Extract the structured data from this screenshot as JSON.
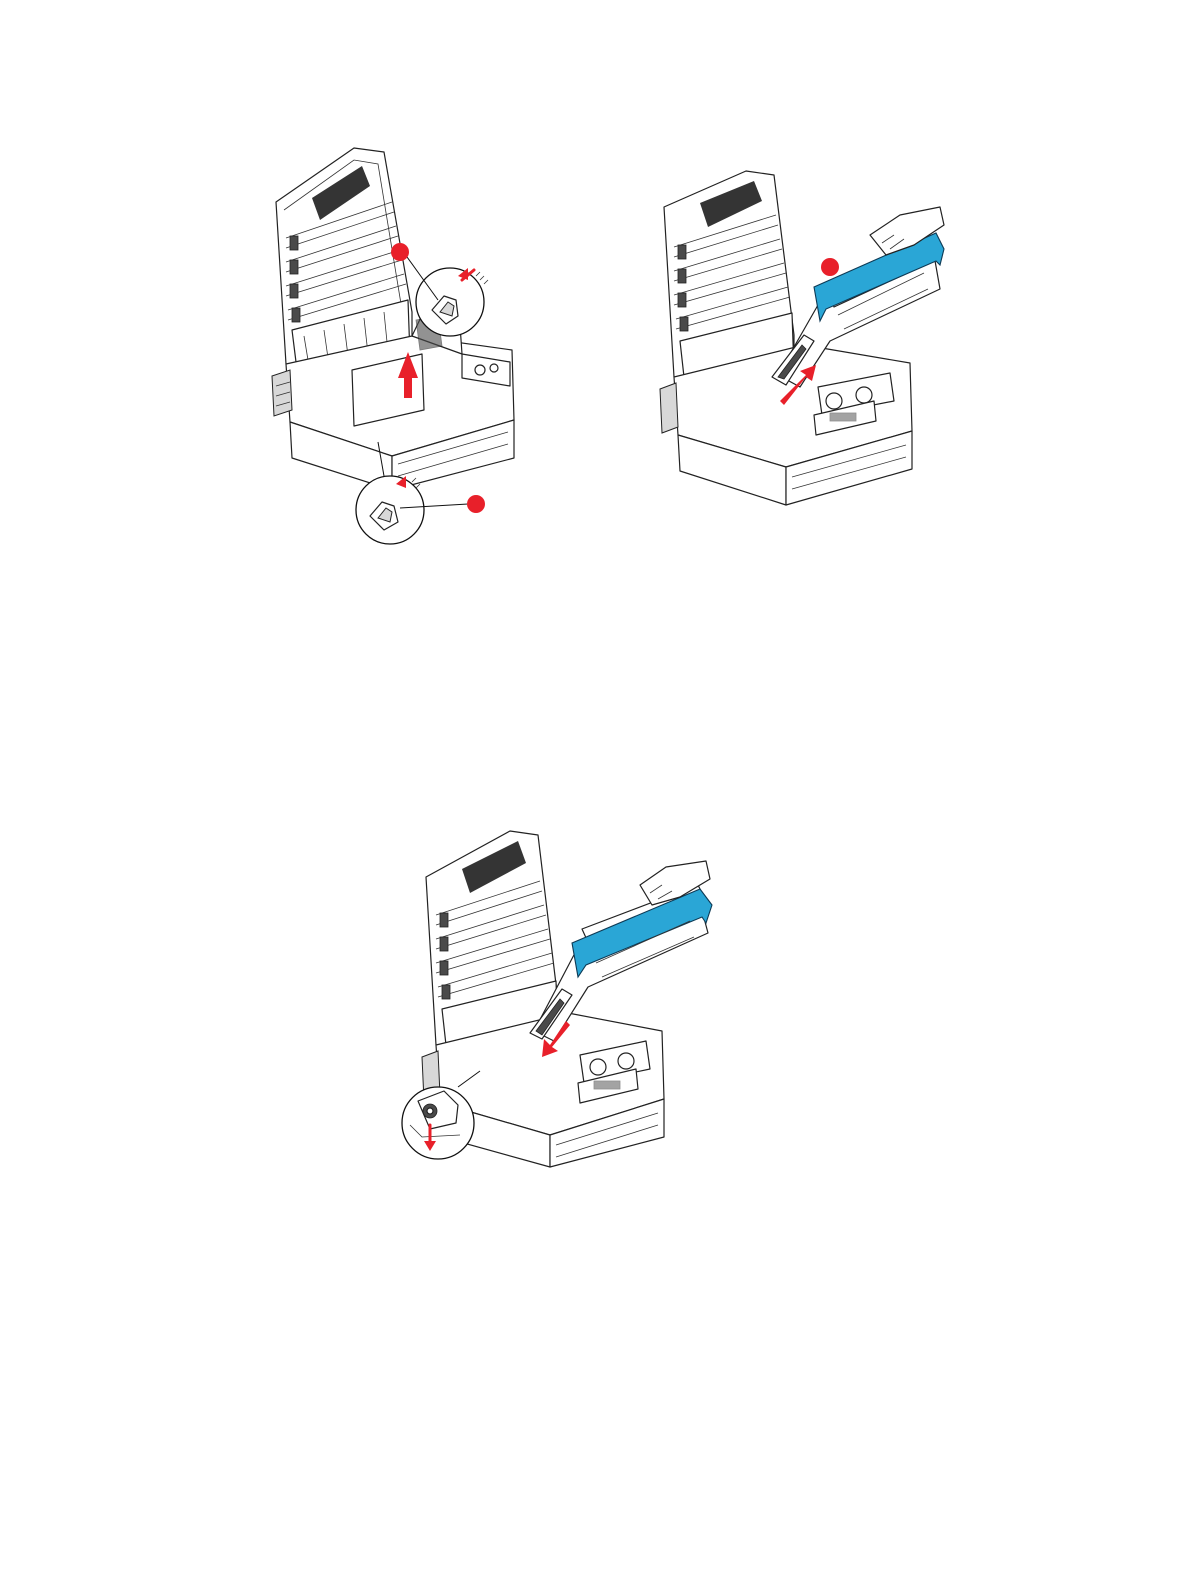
{
  "page": {
    "background": "#ffffff",
    "accent_red": "#e8202a",
    "accent_blue": "#2aa6d6"
  },
  "figures": [
    {
      "id": "fig-1",
      "depicts": "printer-with-open-top-cover-locking-levers",
      "markers": [
        {
          "icon": "red-dot-marker"
        },
        {
          "icon": "red-dot-marker"
        }
      ],
      "arrows": [
        {
          "icon": "red-up-arrow-icon"
        }
      ],
      "callouts": [
        {
          "icon": "lever-detail-callout"
        },
        {
          "icon": "lever-detail-callout"
        }
      ]
    },
    {
      "id": "fig-2",
      "depicts": "hand-removing-image-drum",
      "markers": [
        {
          "icon": "red-dot-marker"
        }
      ],
      "arrows": [
        {
          "icon": "red-diagonal-arrow-icon"
        }
      ]
    },
    {
      "id": "fig-3",
      "depicts": "hand-inserting-image-drum",
      "arrows": [
        {
          "icon": "red-diagonal-arrow-icon"
        },
        {
          "icon": "red-down-arrow-icon"
        }
      ],
      "callouts": [
        {
          "icon": "latch-detail-callout"
        }
      ]
    }
  ]
}
